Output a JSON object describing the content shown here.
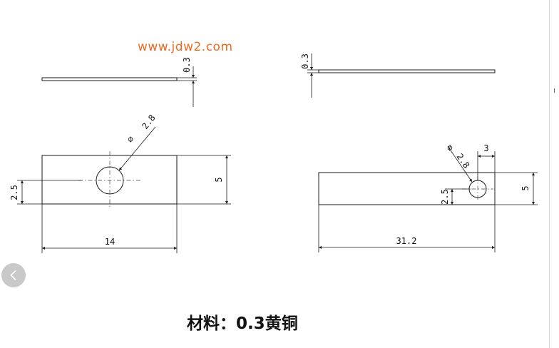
{
  "watermark": "www.jdw2.com",
  "caption": "材料：0.3黄铜",
  "icons": {
    "back": "chevron-left-icon"
  },
  "colors": {
    "watermark": "#ee6a22",
    "line": "#1a1a1a",
    "nav": "#c9c9c9"
  },
  "dimensions": {
    "left_top_thickness": "0.3",
    "right_top_thickness": "0.3",
    "left_hole_diameter": "2.8",
    "left_hole_offset": "2.5",
    "left_height": "5",
    "left_length": "14",
    "right_hole_diameter": "2.8",
    "right_hole_edge": "3",
    "right_hole_offset": "2.5",
    "right_height": "5",
    "right_length": "31.2"
  }
}
